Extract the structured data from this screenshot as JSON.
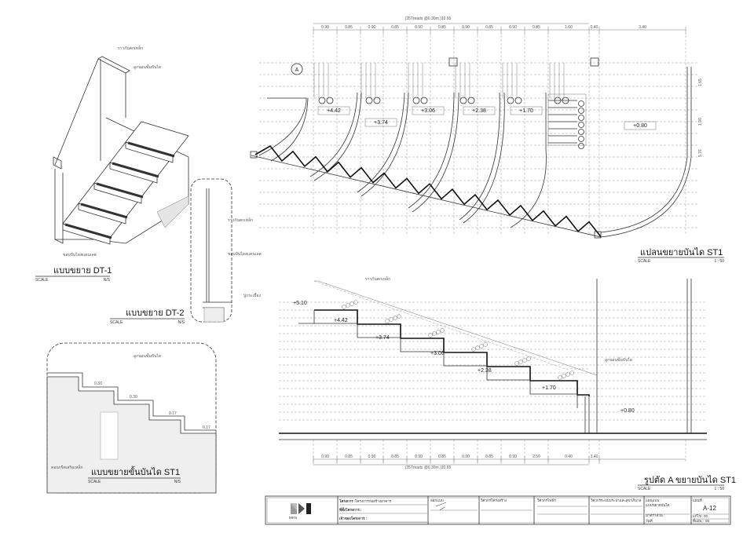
{
  "plan": {
    "title": "แปลนขยายบันได ST1",
    "scale_label": "SCALE",
    "scale": "1 : 50",
    "overall_dim": "(35Treads @0.30m.)10.65",
    "dims": [
      "0.90",
      "0.85",
      "0.90",
      "0.85",
      "0.90",
      "0.85",
      "0.90",
      "0.85",
      "0.90",
      "0.85",
      "1.60",
      "0.40",
      "3.40"
    ],
    "levels": [
      "+4.42",
      "+3.74",
      "+3.06",
      "+2.38",
      "+1.70",
      "+0.80"
    ],
    "section_marker": "A",
    "side_dims": [
      "1.65",
      "1.90",
      "5.76"
    ]
  },
  "section": {
    "title": "รูปตัด A  ขยายบันได ST1",
    "scale_label": "SCALE",
    "scale": "1 : 50",
    "overall_dim": "(35Treads @0.30m.)10.65",
    "dims": [
      "0.90",
      "0.85",
      "0.90",
      "0.85",
      "0.90",
      "0.85",
      "0.90",
      "0.85",
      "0.90",
      "2.50",
      "0.40",
      "3.40"
    ],
    "levels": [
      "+5.10",
      "+4.42",
      "+3.74",
      "+3.06",
      "+2.38",
      "+1.70",
      "+0.80"
    ],
    "notes": [
      "ราวกันตกเหล็ก",
      "ลูกนอนขั้นบันได"
    ]
  },
  "dt1": {
    "title": "แบบขยาย DT-1",
    "scale_label": "SCALE",
    "scale": "N/S",
    "notes": [
      "ราวกันตกเหล็ก",
      "ลูกนอนขั้นบันได",
      "ขอบบันไดสแตนเลส"
    ]
  },
  "dt2": {
    "title": "แบบขยาย DT-2",
    "scale_label": "SCALE",
    "scale": "N/S",
    "notes": [
      "ราวกันตกเหล็ก",
      "ขอบบันไดสแตนเลส",
      "ปูกระเบื้อง"
    ]
  },
  "st1": {
    "title": "แบบขยายขั้นบันได ST1",
    "scale_label": "SCALE",
    "scale": "N/S",
    "dims": [
      "0.30",
      "0.30",
      "0.17",
      "0.17"
    ],
    "notes": [
      "ลูกนอนขั้นบันได",
      "คอนกรีตเสริมเหล็ก"
    ]
  },
  "titleblock": {
    "logo": "MKN",
    "project_label": "โครงการ :",
    "project": "โครงการก่อสร้างอาคาร",
    "location_label": "ที่ตั้งโครงการ :",
    "owner_label": "เจ้าของโครงการ :",
    "designer_label": "ออกแบบ",
    "checker_label": "วิศวกรโครงสร้าง",
    "architect_label": "วิศวกรไฟฟ้า",
    "approve_label": "วิศวกรระบบประปาและสุขาภิบาล",
    "sheet_name_label": "แผนแบบ :",
    "sheet_name": "แบบขยายบันได",
    "scale_label": "มาตราส่วน :",
    "date_label": "วันที่",
    "sheet_no_label": "แผ่นที่ :",
    "sheet_no": "A-12",
    "rev_label": "แก้ไข :",
    "rev": "00",
    "page_label": "ที่แผ่น :",
    "page": "00"
  }
}
